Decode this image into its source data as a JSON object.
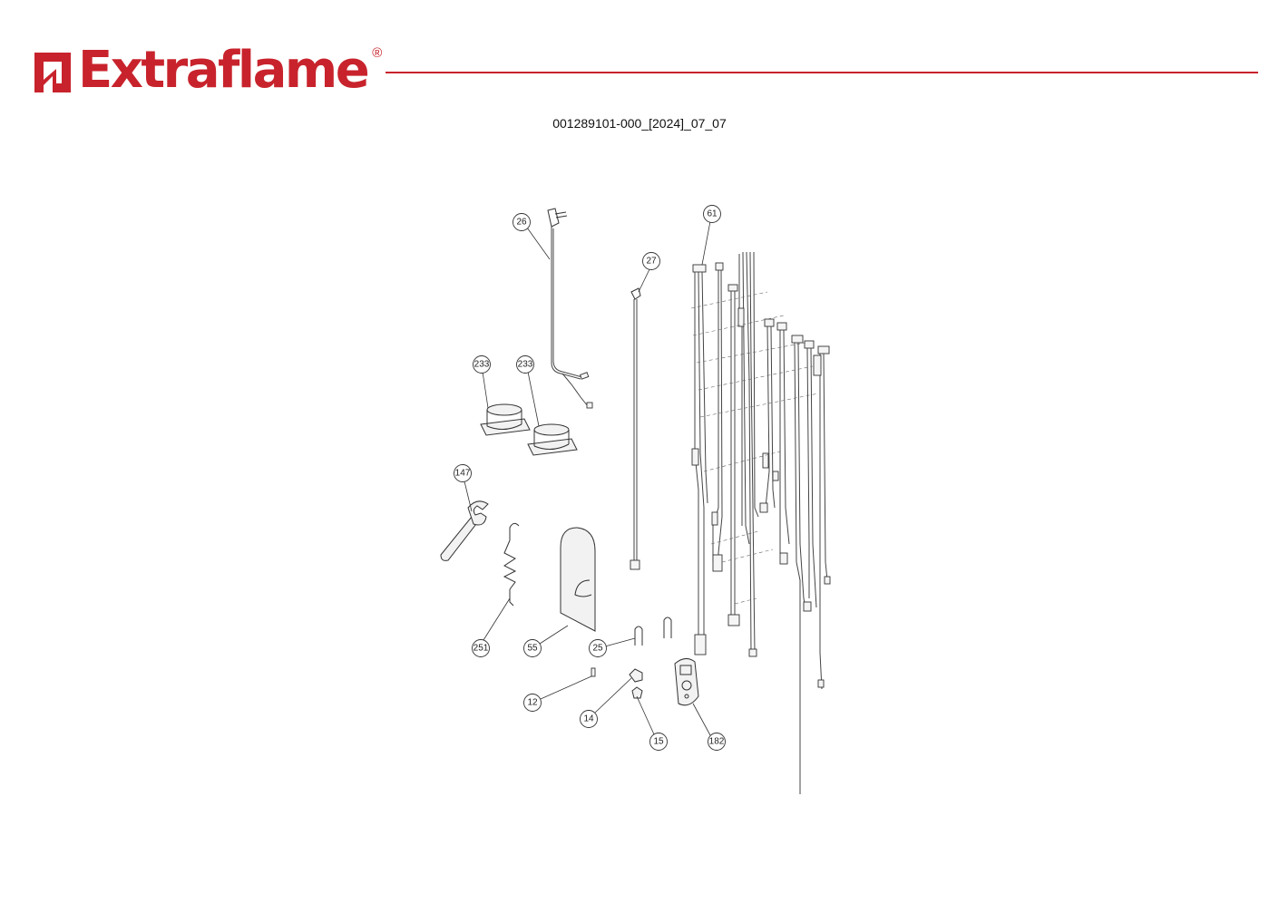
{
  "header": {
    "brand_name": "Extraflame",
    "brand_reg_mark": "®",
    "brand_color": "#c8232c",
    "document_code": "001289101-000_[2024]_07_07"
  },
  "diagram": {
    "callouts": [
      "26",
      "27",
      "61",
      "233",
      "233",
      "147",
      "251",
      "55",
      "25",
      "12",
      "14",
      "15",
      "182"
    ]
  }
}
